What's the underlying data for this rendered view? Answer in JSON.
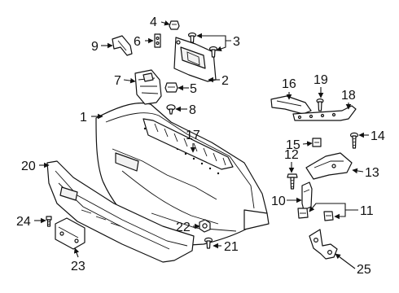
{
  "diagram": {
    "callouts": {
      "c1": "1",
      "c2": "2",
      "c3": "3",
      "c4": "4",
      "c5": "5",
      "c6": "6",
      "c7": "7",
      "c8": "8",
      "c9": "9",
      "c10": "10",
      "c11": "11",
      "c12": "12",
      "c13": "13",
      "c14": "14",
      "c15": "15",
      "c16": "16",
      "c17": "17",
      "c18": "18",
      "c19": "19",
      "c20": "20",
      "c21": "21",
      "c22": "22",
      "c23": "23",
      "c24": "24",
      "c25": "25"
    }
  }
}
